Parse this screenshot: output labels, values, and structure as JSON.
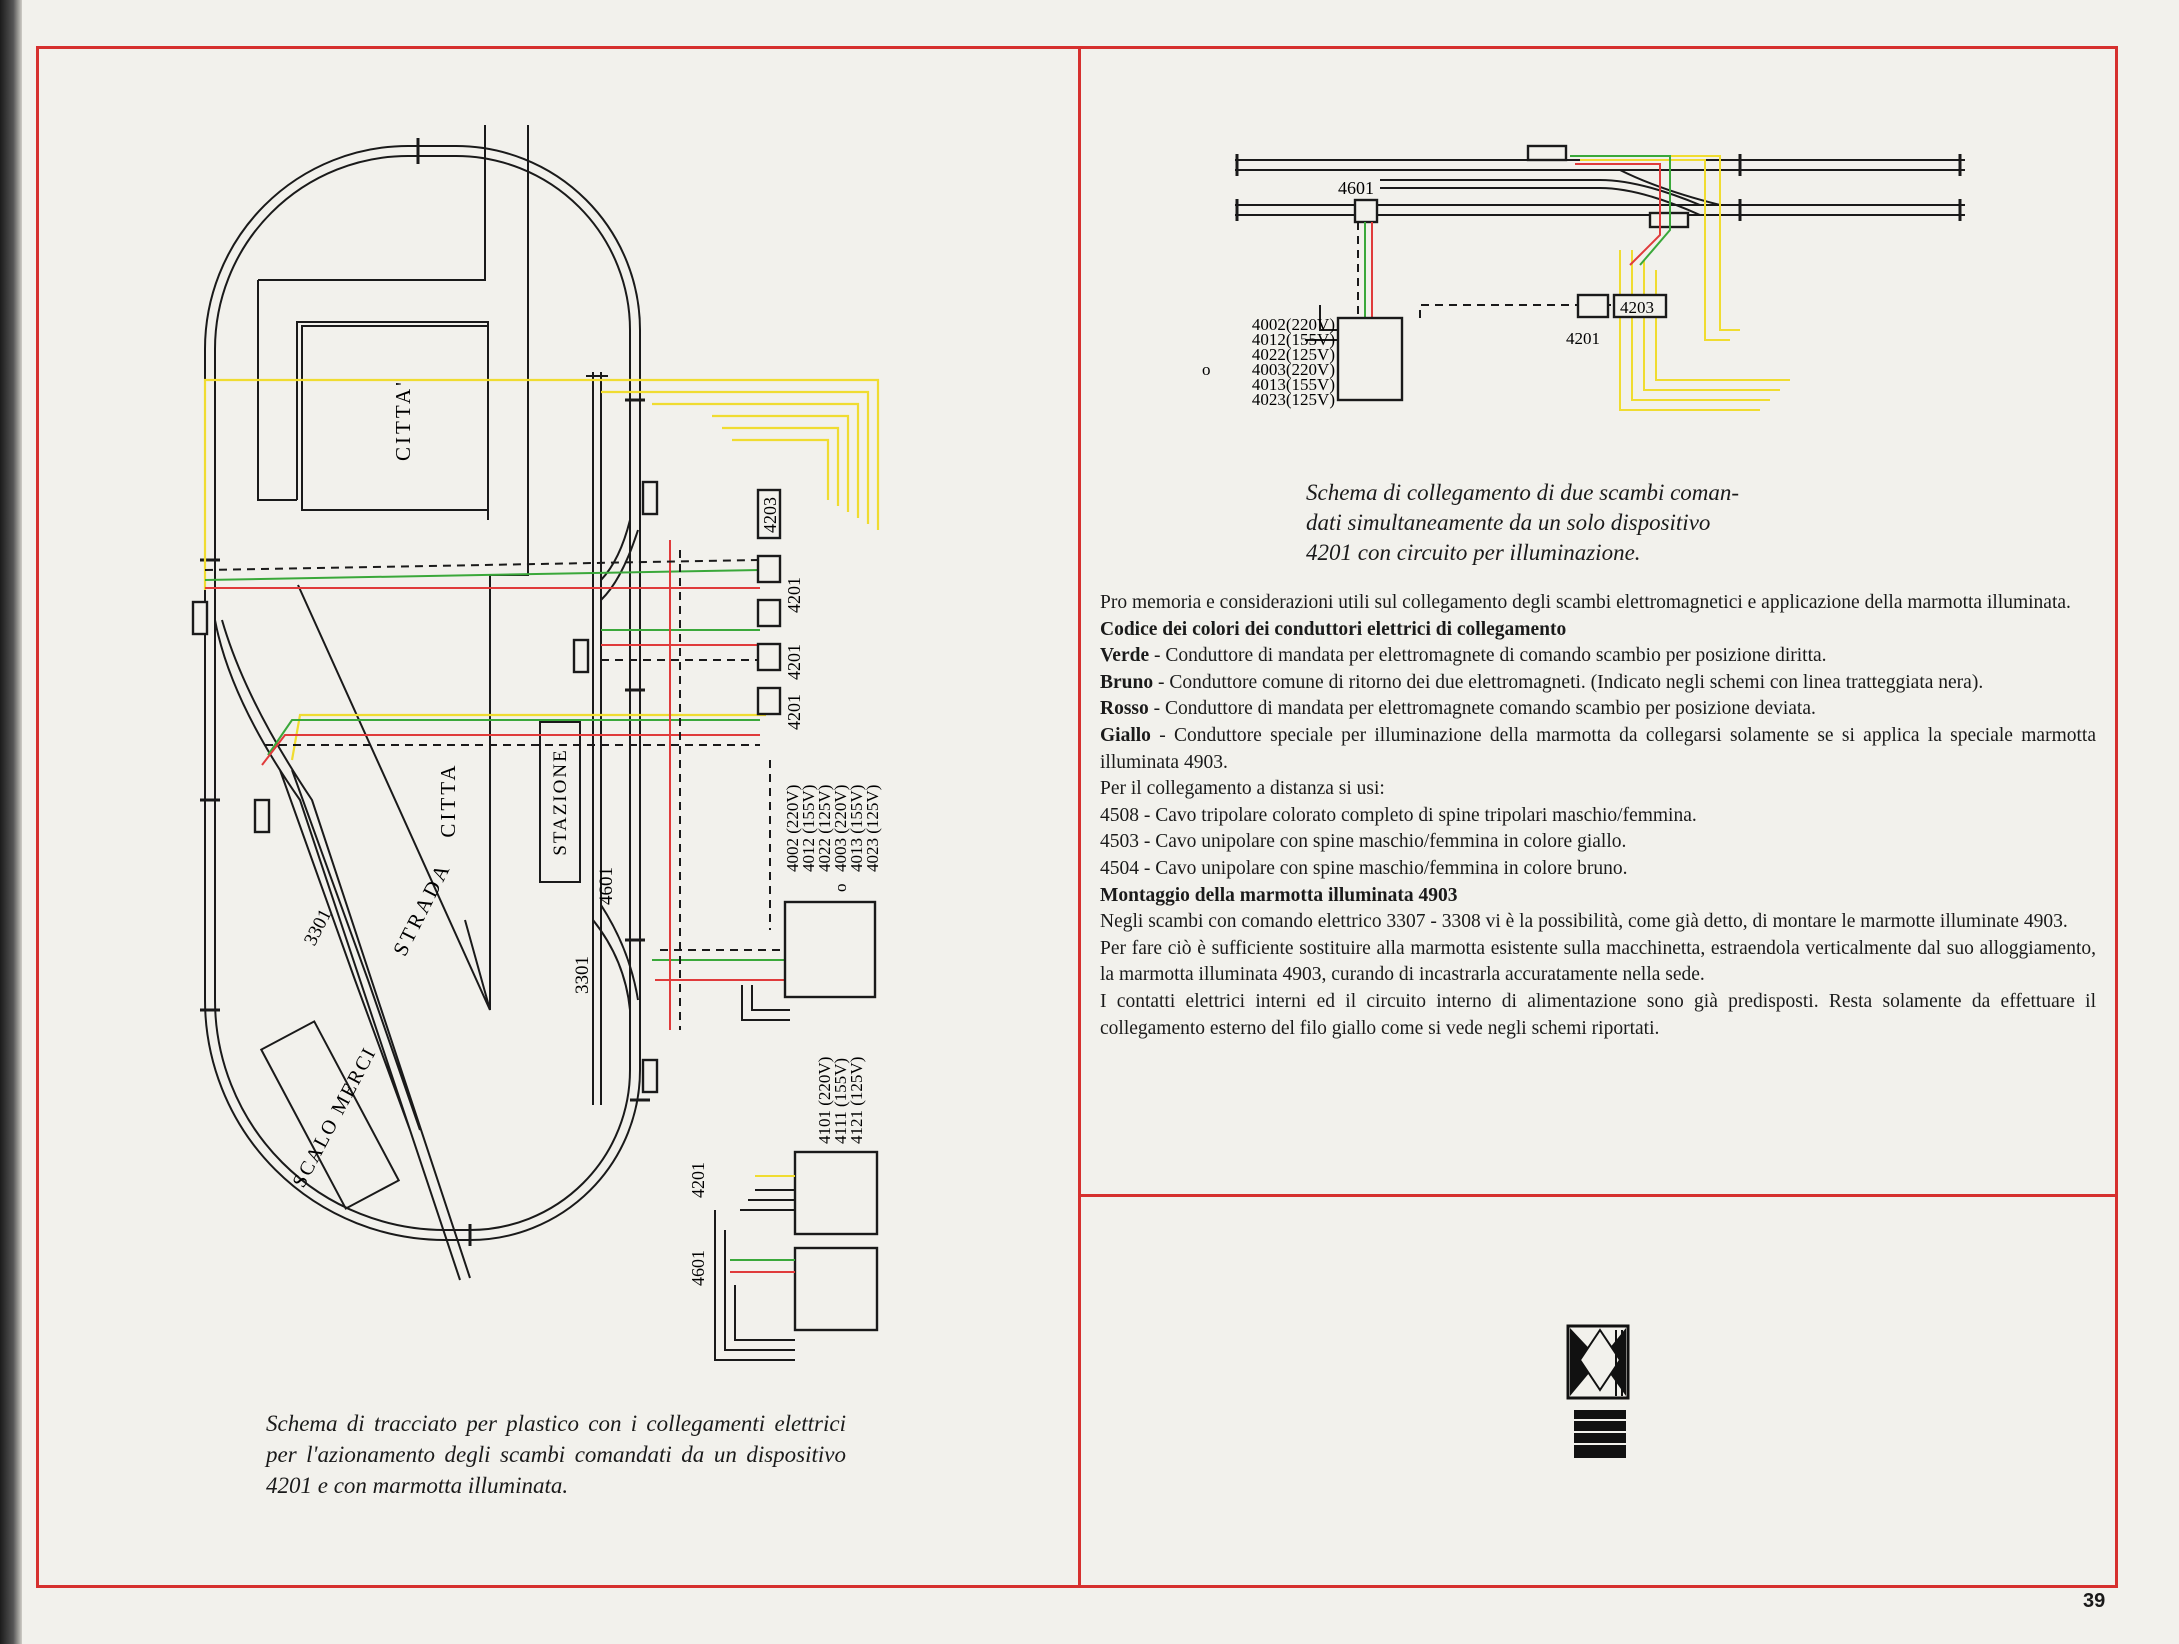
{
  "colors": {
    "frame": "#d6302e",
    "green": "#3aa83a",
    "brown": "#222222",
    "red": "#e03b3b",
    "yellow": "#f0dc30"
  },
  "left_diagram": {
    "city_label_1": "CITTA'",
    "city_label_2": "CITTA",
    "station_label": "STAZIONE",
    "street_label": "STRADA",
    "freight_label": "SCALO MERCI",
    "switch_label_3301a": "3301",
    "switch_label_3301b": "3301",
    "switch_label_4601": "4601",
    "dev_4203": "4203",
    "dev_4201a": "4201",
    "dev_4201b": "4201",
    "dev_4201c": "4201",
    "dev_4201d": "4201",
    "dev_4601": "4601",
    "transformer_codes": [
      "4002 (220V)",
      "4012 (155V)",
      "4022 (125V)",
      "4003 (220V)",
      "4013 (155V)",
      "4023 (125V)"
    ],
    "transformer_marker": "o",
    "transformer_codes_2": [
      "4101 (220V)",
      "4111 (155V)",
      "4121 (125V)"
    ]
  },
  "right_diagram": {
    "switch_label": "4601",
    "device_4201": "4201",
    "device_4203": "4203",
    "transformer_codes": [
      "4002(220V)",
      "4012(155V)",
      "4022(125V)",
      "4003(220V)",
      "4013(155V)",
      "4023(125V)"
    ],
    "transformer_marker": "o"
  },
  "captions": {
    "left": "Schema di tracciato per plastico con i collegamenti elettrici per l'azionamento degli scambi comandati da un dispositivo 4201 e con marmotta illuminata.",
    "right_lines": [
      "Schema di collegamento di due scambi coman-",
      "dati simultaneamente da un solo dispositivo",
      "4201 con circuito per illuminazione."
    ]
  },
  "notes": {
    "intro": "Pro memoria e considerazioni utili sul collegamento degli scambi elettromagnetici e applicazione della marmotta illuminata.",
    "heading_colors": "Codice dei colori dei conduttori elettrici di collegamento",
    "green_term": "Verde",
    "green_text": " - Conduttore di mandata per elettromagnete di comando scambio per posizione diritta.",
    "brown_term": "Bruno",
    "brown_text": " - Conduttore comune di ritorno dei due elettromagneti. (Indicato negli schemi con linea tratteggiata nera).",
    "red_term": "Rosso",
    "red_text": " - Conduttore di mandata per elettromagnete comando scambio per posizione deviata.",
    "yellow_term": "Giallo",
    "yellow_text": " - Conduttore speciale per illuminazione della marmotta da collegarsi solamente se si applica la speciale marmotta illuminata 4903.",
    "distance_intro": "Per il collegamento a distanza si usi:",
    "cables": [
      "4508 - Cavo tripolare colorato completo di spine tripolari maschio/femmina.",
      "4503 - Cavo unipolare con spine maschio/femmina in colore giallo.",
      "4504 - Cavo unipolare con spine maschio/femmina in colore bruno."
    ],
    "heading_mount": "Montaggio della marmotta illuminata 4903",
    "mount_p1": "Negli scambi con comando elettrico 3307 - 3308 vi è la possibilità, come già detto, di montare le marmotte illuminate 4903.",
    "mount_p2": "Per fare ciò è sufficiente sostituire alla marmotta esistente sulla macchinetta, estraendola verticalmente dal suo alloggiamento, la marmotta illuminata 4903, curando di incastrarla accuratamente nella sede.",
    "mount_p3": "I contatti elettrici interni ed il circuito interno di alimentazione sono già predisposti. Resta solamente da effettuare il collegamento esterno del filo giallo come si vede negli schemi riportati."
  },
  "page_number": "39"
}
